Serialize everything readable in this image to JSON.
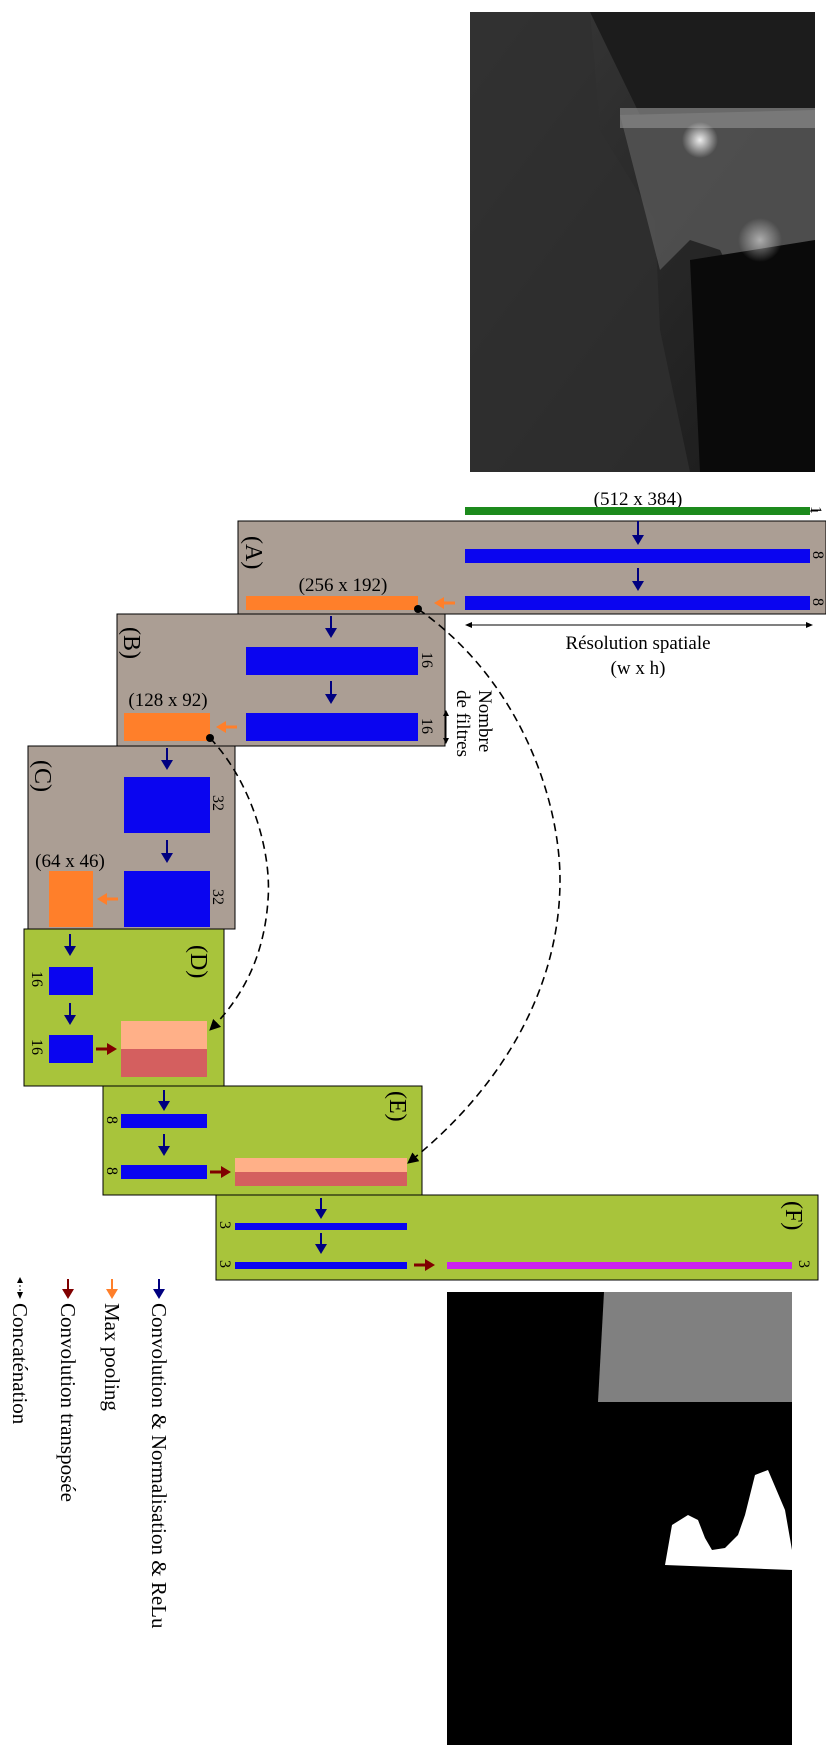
{
  "stages": [
    {
      "label": "(A)"
    },
    {
      "label": "(B)"
    },
    {
      "label": "(C)"
    },
    {
      "label": "(D)"
    },
    {
      "label": "(E)"
    },
    {
      "label": "(F)"
    }
  ],
  "resolutions": {
    "input": "(512 x 384)",
    "a": "(256 x 192)",
    "b": "(128 x 92)",
    "c": "(64 x 46)"
  },
  "filter_counts": {
    "input": "1",
    "a1": "8",
    "a2": "8",
    "b1": "16",
    "b2": "16",
    "c1": "32",
    "c2": "32",
    "d1": "16",
    "d2": "16",
    "e1": "8",
    "e2": "8",
    "f1": "3",
    "f2": "3",
    "f_out": "3"
  },
  "annotations": {
    "spatial_resolution_line1": "Résolution spatiale",
    "spatial_resolution_line2": "(w x h)",
    "filters_line1": "Nombre",
    "filters_line2": "de filtres"
  },
  "legend": [
    {
      "icon": "navy-down-arrow",
      "label": "Convolution & Normalisation & ReLu"
    },
    {
      "icon": "orange-down-arrow",
      "label": "Max pooling"
    },
    {
      "icon": "darkred-down-arrow",
      "label": "Convolution transposée"
    },
    {
      "icon": "dotted-double-arrow",
      "label": "Concaténation"
    }
  ],
  "colors": {
    "encoder_box": "#ab9e94",
    "decoder_box": "#a8c43b",
    "conv": "#0a05f0",
    "pool": "#ff7f2a",
    "skip_light": "#ffb088",
    "upconv": "#d45f5f",
    "output": "#cc22ee",
    "input_bar": "#1c8a1c",
    "arrow_conv": "#000080",
    "arrow_pool": "#ff7f2a",
    "arrow_up": "#800000"
  }
}
